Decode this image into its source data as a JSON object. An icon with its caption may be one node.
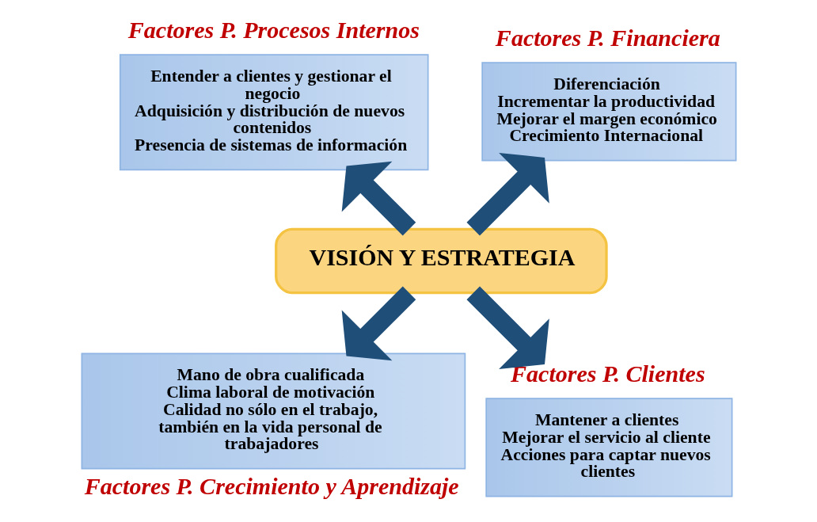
{
  "diagram": {
    "nodes": [
      {
        "text": [
          "VISIÓN Y ESTRATEGIA"
        ]
      },
      {
        "text": [
          "Factores P. Financiera",
          "Diferenciación",
          "Incrementar la productividad",
          "Mejorar el margen económico",
          "Crecimiento Internacional"
        ]
      },
      {
        "text": [
          "Factores P. Procesos Internos",
          "Entender a clientes y gestionar el negocio",
          "Adquisición y distribución de nuevos contenidos",
          "Presencia de sistemas de información"
        ]
      },
      {
        "text": [
          "Mano de obra cualificada",
          "Clima laboral de motivación",
          "Calidad no sólo en el trabajo, también en la vida personal de trabajadores",
          "Factores P. Crecimiento y Aprendizaje"
        ]
      },
      {
        "text": [
          "Factores P. Clientes",
          "Mantener a clientes",
          "Mejorar el servicio al cliente",
          "Acciones para captar nuevos clientes"
        ]
      }
    ],
    "edges": [
      {
        "from": 0,
        "to": 1,
        "arrow": "to"
      },
      {
        "from": 0,
        "to": 2,
        "arrow": "to"
      },
      {
        "from": 0,
        "to": 3,
        "arrow": "to"
      },
      {
        "from": 0,
        "to": 4,
        "arrow": "to"
      }
    ]
  }
}
